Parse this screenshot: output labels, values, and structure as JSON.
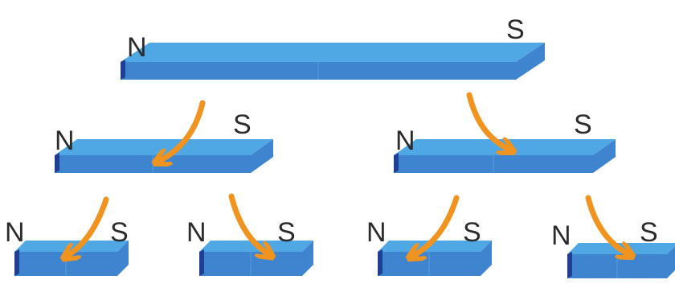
{
  "diagram": {
    "colors": {
      "magnet_top": "#4fa7e3",
      "magnet_front": "#3f84cf",
      "magnet_end": "#1f3f95",
      "arrow": "#f0941f",
      "label": "#2b2b2b",
      "background": "#ffffff"
    },
    "magnets": [
      {
        "id": "top",
        "north_label": "N",
        "south_label": "S"
      },
      {
        "id": "middle-left",
        "north_label": "N",
        "south_label": "S"
      },
      {
        "id": "middle-right",
        "north_label": "N",
        "south_label": "S"
      },
      {
        "id": "bottom-1",
        "north_label": "N",
        "south_label": "S"
      },
      {
        "id": "bottom-2",
        "north_label": "N",
        "south_label": "S"
      },
      {
        "id": "bottom-3",
        "north_label": "N",
        "south_label": "S"
      },
      {
        "id": "bottom-4",
        "north_label": "N",
        "south_label": "S"
      }
    ],
    "arrows": [
      {
        "from": "top",
        "to": "middle-left"
      },
      {
        "from": "top",
        "to": "middle-right"
      },
      {
        "from": "middle-left",
        "to": "bottom-1"
      },
      {
        "from": "middle-left",
        "to": "bottom-2"
      },
      {
        "from": "middle-right",
        "to": "bottom-3"
      },
      {
        "from": "middle-right",
        "to": "bottom-4"
      }
    ]
  }
}
